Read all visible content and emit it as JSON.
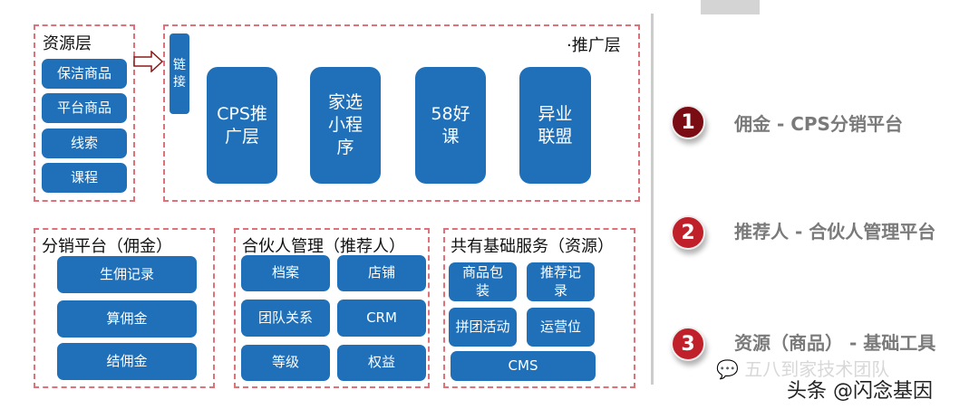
{
  "resource_layer": {
    "title": "资源层",
    "items": [
      "保洁商品",
      "平台商品",
      "线索",
      "课程"
    ]
  },
  "promo_layer": {
    "title": "·推广层",
    "link": "链接",
    "items": [
      "CPS推广层",
      "家选小程序",
      "58好课",
      "异业联盟"
    ]
  },
  "distribution": {
    "title": "分销平台（佣金）",
    "items": [
      "生佣记录",
      "算佣金",
      "结佣金"
    ]
  },
  "partner": {
    "title": "合伙人管理（推荐人）",
    "items": [
      "档案",
      "店铺",
      "团队关系",
      "CRM",
      "等级",
      "权益"
    ]
  },
  "shared": {
    "title": "共有基础服务（资源）",
    "items": [
      "商品包装",
      "推荐记录",
      "拼团活动",
      "运营位",
      "CMS"
    ]
  },
  "legend": [
    {
      "num": "1",
      "text": "佣金 -  CPS分销平台",
      "color": "#7a0d14"
    },
    {
      "num": "2",
      "text": "推荐人 -  合伙人管理平台",
      "color": "#c0202a"
    },
    {
      "num": "3",
      "text": "资源（商品） -  基础工具",
      "color": "#c0202a"
    }
  ],
  "watermark": {
    "line1": "五八到家技术团队",
    "line2": "头条 @闪念基因"
  }
}
